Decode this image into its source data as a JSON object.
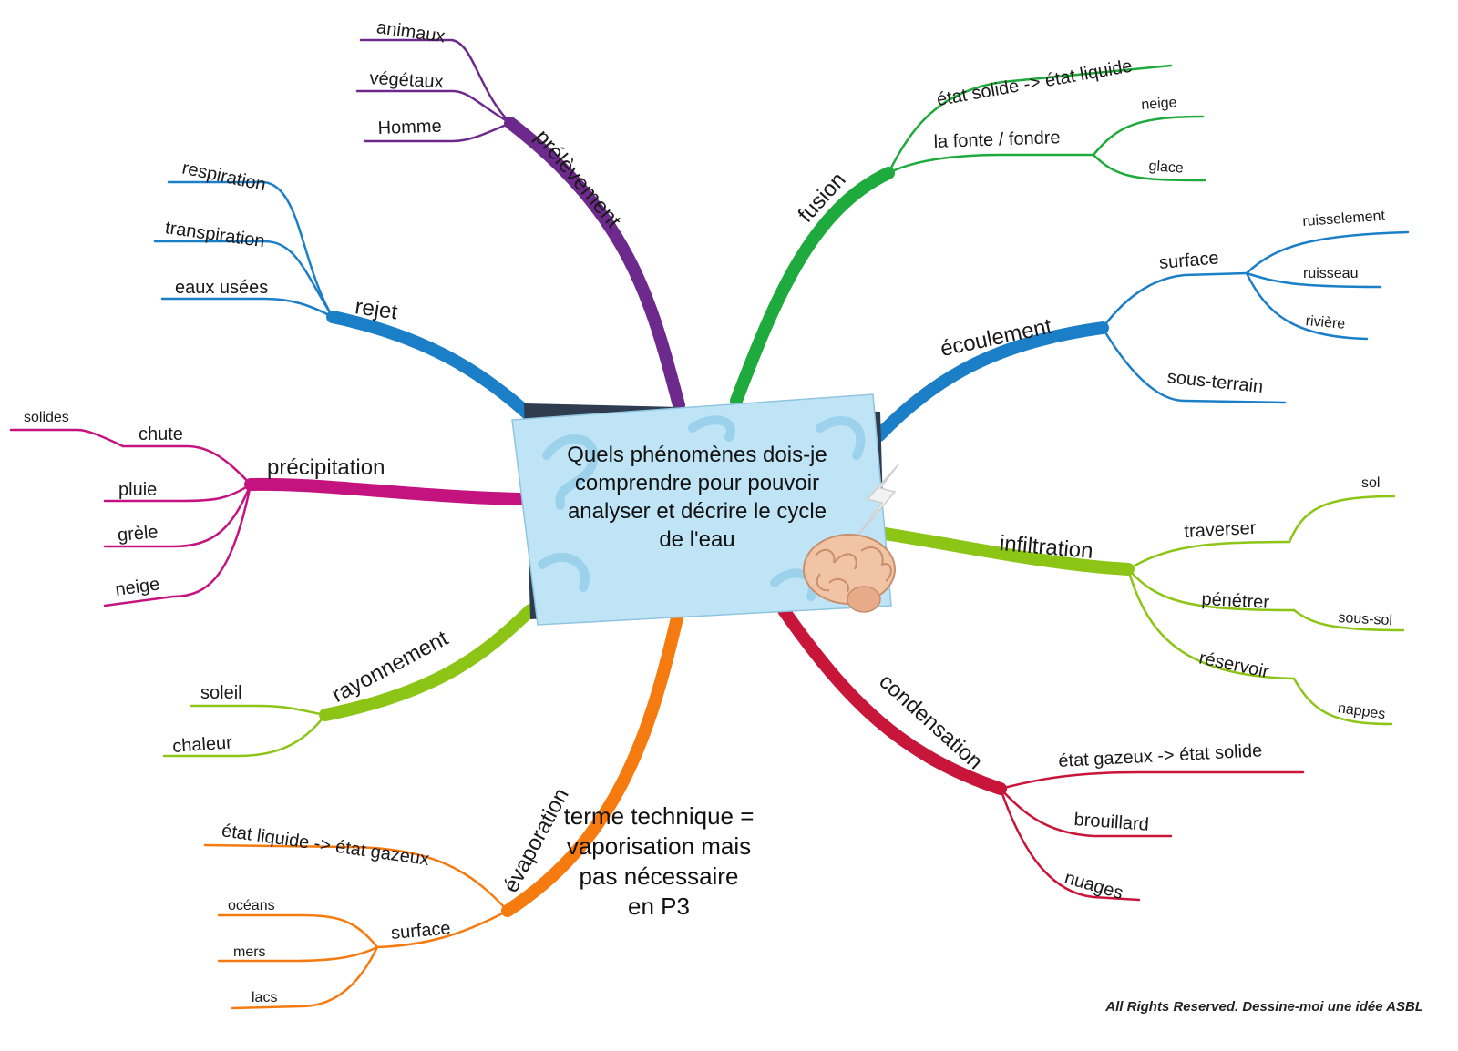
{
  "central_topic": "Quels phénomènes dois-je comprendre pour pouvoir analyser et décrire le cycle de l'eau",
  "note": "terme technique = vaporisation mais pas nécessaire en P3",
  "credits": "All Rights Reserved. Dessine-moi une idée ASBL",
  "colors": {
    "prelevement": "#6d2a8c",
    "rejet": "#1b7fc8",
    "precipitation": "#c4137f",
    "rayonnement": "#8cc516",
    "evaporation": "#f57a10",
    "fusion": "#1eaa3c",
    "ecoulement": "#1b7fc8",
    "infiltration": "#8cc516",
    "condensation": "#c8163a"
  },
  "icons": [
    "brain-icon",
    "lightning-icon"
  ],
  "branches": {
    "prelevement": {
      "label": "prélèvement",
      "children": [
        "animaux",
        "végétaux",
        "Homme"
      ]
    },
    "rejet": {
      "label": "rejet",
      "children": [
        "respiration",
        "transpiration",
        "eaux usées"
      ]
    },
    "precipitation": {
      "label": "précipitation",
      "children": [
        "chute",
        "solides",
        "pluie",
        "grèle",
        "neige"
      ]
    },
    "rayonnement": {
      "label": "rayonnement",
      "children": [
        "soleil",
        "chaleur"
      ]
    },
    "evaporation": {
      "label": "évaporation",
      "children": [
        "état liquide -> état gazeux",
        "surface",
        "océans",
        "mers",
        "lacs"
      ]
    },
    "fusion": {
      "label": "fusion",
      "children": [
        "état solide -> état liquide",
        "la fonte / fondre",
        "neige",
        "glace"
      ]
    },
    "ecoulement": {
      "label": "écoulement",
      "children": [
        "surface",
        "ruisselement",
        "ruisseau",
        "rivière",
        "sous-terrain"
      ]
    },
    "infiltration": {
      "label": "infiltration",
      "children": [
        "traverser",
        "sol",
        "pénétrer",
        "sous-sol",
        "réservoir",
        "nappes"
      ]
    },
    "condensation": {
      "label": "condensation",
      "children": [
        "état gazeux -> état solide",
        "brouillard",
        "nuages"
      ]
    }
  }
}
